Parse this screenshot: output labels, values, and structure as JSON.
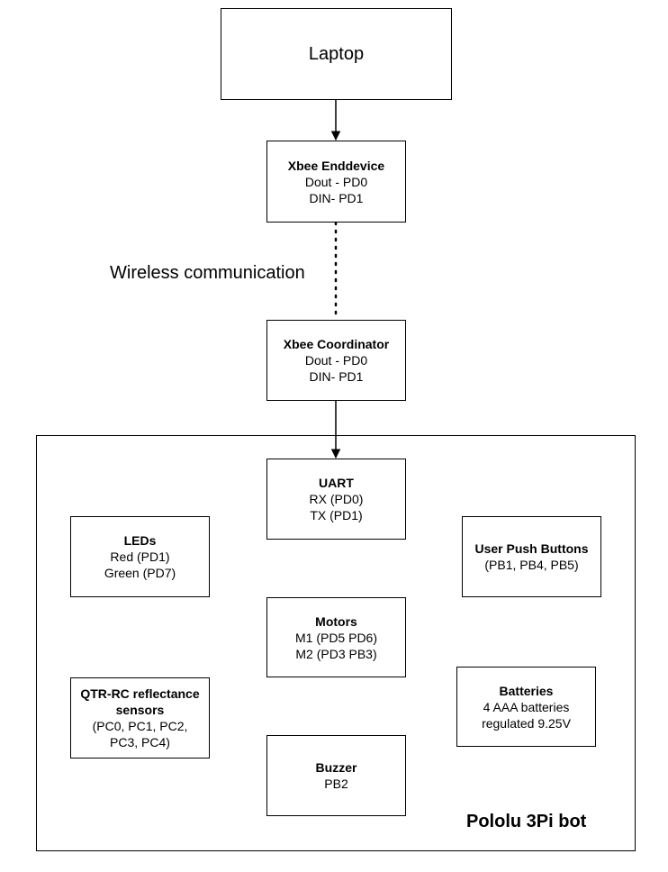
{
  "top": {
    "laptop": "Laptop",
    "enddevice": {
      "title": "Xbee Enddevice",
      "line1": "Dout - PD0",
      "line2": "DIN- PD1"
    },
    "wireless_label": "Wireless communication",
    "coordinator": {
      "title": "Xbee Coordinator",
      "line1": "Dout - PD0",
      "line2": "DIN- PD1"
    }
  },
  "bot": {
    "label": "Pololu 3Pi bot",
    "uart": {
      "title": "UART",
      "line1": "RX (PD0)",
      "line2": "TX (PD1)"
    },
    "leds": {
      "title": "LEDs",
      "line1": "Red (PD1)",
      "line2": "Green (PD7)"
    },
    "buttons": {
      "title": "User Push Buttons",
      "line1": "(PB1, PB4, PB5)"
    },
    "motors": {
      "title": "Motors",
      "line1": "M1 (PD5 PD6)",
      "line2": "M2 (PD3 PB3)"
    },
    "sensors": {
      "title_line1": "QTR-RC reflectance",
      "title_line2": "sensors",
      "line1": "(PC0, PC1, PC2,",
      "line2": "PC3, PC4)"
    },
    "batteries": {
      "title": "Batteries",
      "line1": "4 AAA batteries",
      "line2": "regulated 9.25V"
    },
    "buzzer": {
      "title": "Buzzer",
      "line1": "PB2"
    }
  }
}
